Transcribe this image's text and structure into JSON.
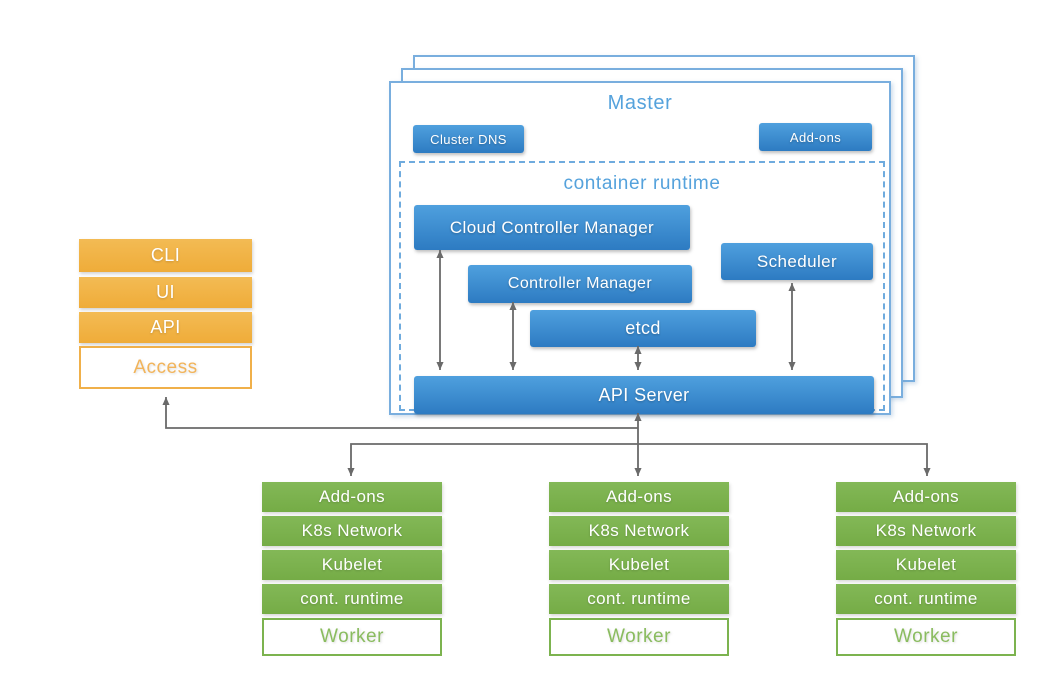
{
  "master": {
    "title": "Master",
    "buttons": {
      "cluster_dns": "Cluster DNS",
      "add_ons": "Add-ons"
    },
    "container_runtime": {
      "title": "container runtime",
      "cloud_controller_manager": "Cloud Controller Manager",
      "controller_manager": "Controller Manager",
      "scheduler": "Scheduler",
      "etcd": "etcd",
      "api_server": "API Server"
    }
  },
  "access_stack": {
    "rows": [
      "CLI",
      "UI",
      "API"
    ],
    "base": "Access"
  },
  "workers": {
    "count": 3,
    "rows": [
      "Add-ons",
      "K8s Network",
      "Kubelet",
      "cont. runtime"
    ],
    "base": "Worker"
  },
  "colors": {
    "blue_box_top": "#4FA0DE",
    "blue_box_bottom": "#2D7BC2",
    "master_border_blue": "#79AEDE",
    "heading_blue": "#55A2DC",
    "orange_box": "#F0AF3D",
    "orange_text": "#F2B45A",
    "green_box": "#7CB34F",
    "green_text": "#8ABC5F",
    "connector_gray": "#6A6A6A"
  }
}
